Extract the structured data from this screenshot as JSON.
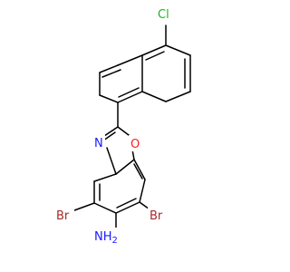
{
  "molecule": {
    "atoms": {
      "cl": "Cl",
      "n": "N",
      "o": "O",
      "br1": "Br",
      "br2": "Br",
      "nh2": "NH",
      "nh2_sub": "2"
    },
    "colors": {
      "bond": "#000000",
      "chlorine": "#1fb31f",
      "nitrogen": "#1a1aff",
      "oxygen": "#ff1a1a",
      "bromine": "#a52a2a"
    }
  }
}
